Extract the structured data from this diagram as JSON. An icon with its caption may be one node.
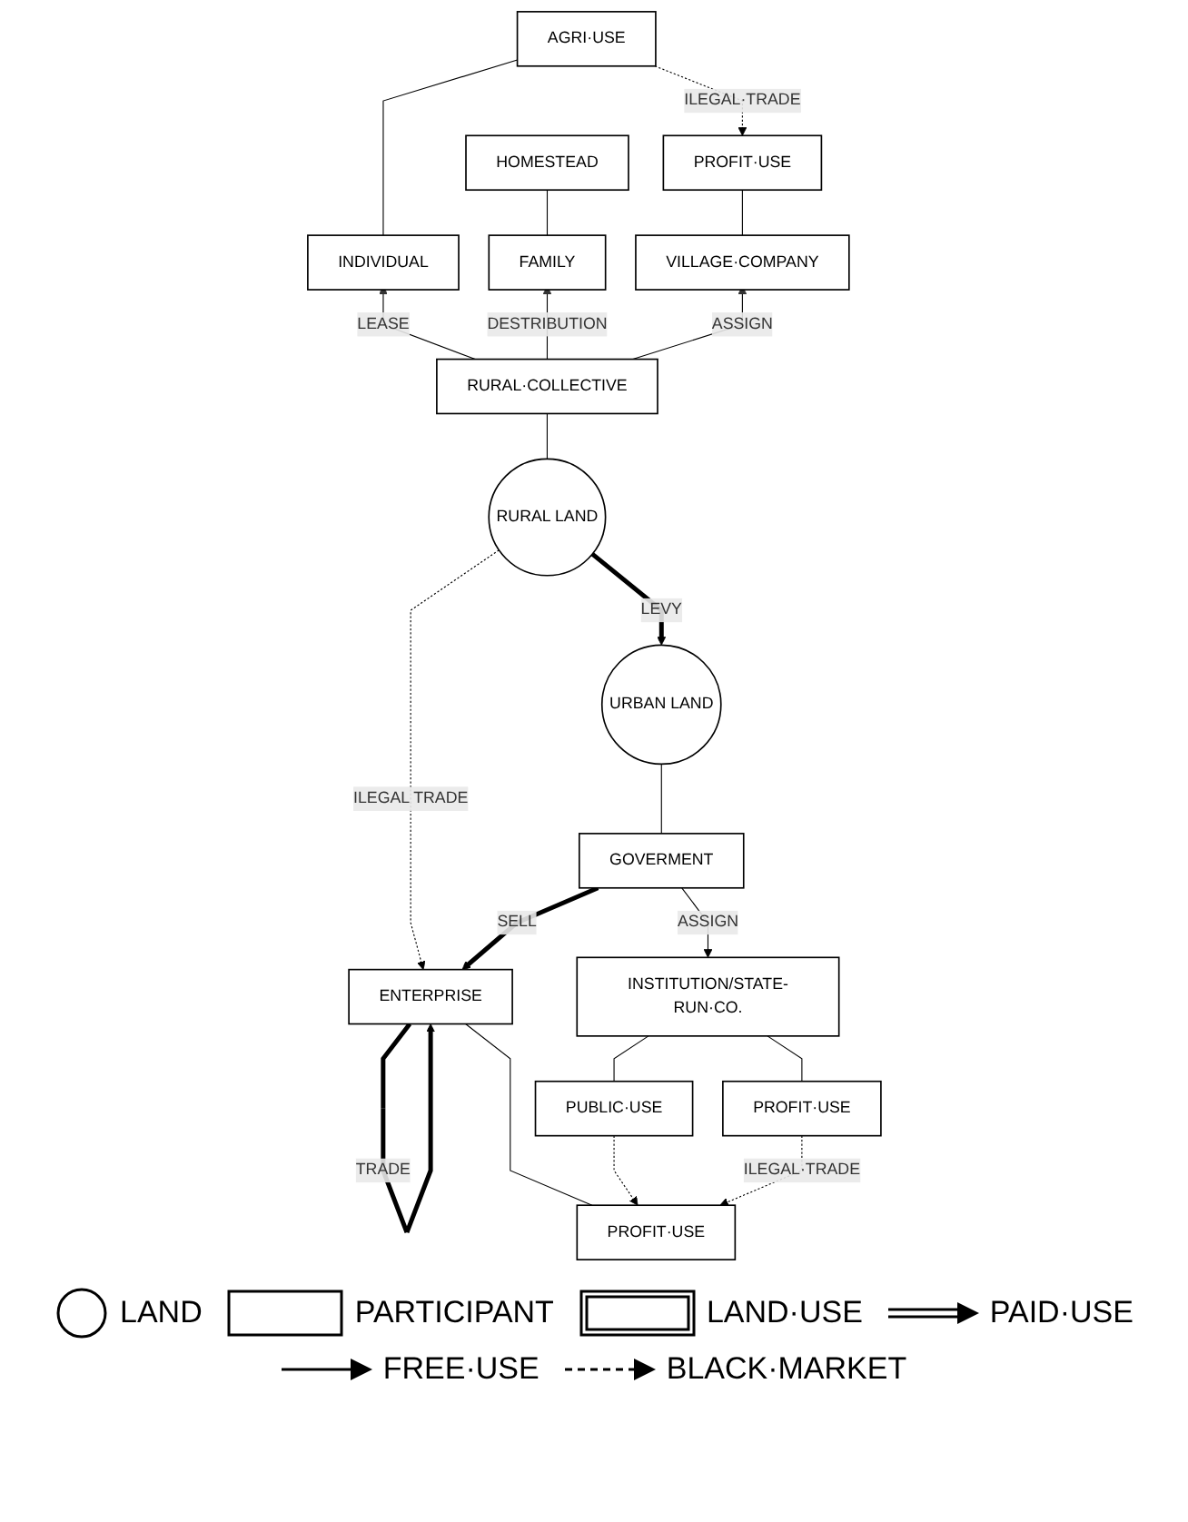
{
  "diagram": {
    "nodes": [
      {
        "text": [
          "AGRI·USE"
        ]
      },
      {
        "text": [
          "HOMESTEAD"
        ]
      },
      {
        "text": [
          "PROFIT·USE"
        ]
      },
      {
        "text": [
          "INDIVIDUAL"
        ]
      },
      {
        "text": [
          "FAMILY"
        ]
      },
      {
        "text": [
          "VILLAGE·COMPANY"
        ]
      },
      {
        "text": [
          "RURAL·COLLECTIVE"
        ]
      },
      {
        "text": [
          "RURAL LAND"
        ]
      },
      {
        "text": [
          "URBAN LAND"
        ]
      },
      {
        "text": [
          "GOVERMENT"
        ]
      },
      {
        "text": [
          "INSTITUTION/STATE-RUN·CO."
        ]
      },
      {
        "text": [
          "ENTERPRISE"
        ]
      },
      {
        "text": [
          "PUBLIC·USE"
        ]
      },
      {
        "text": [
          "PROFIT·USE"
        ]
      },
      {
        "text": [
          "PROFIT·USE"
        ]
      }
    ],
    "edges": [
      {
        "from": 0,
        "to": 2,
        "arrow": "to",
        "label": "ILEGAL·TRADE",
        "style": "dashed"
      },
      {
        "from": 0,
        "to": 3,
        "arrow": "none"
      },
      {
        "from": 1,
        "to": 4,
        "arrow": "none"
      },
      {
        "from": 2,
        "to": 5,
        "arrow": "none"
      },
      {
        "from": 6,
        "to": 3,
        "arrow": "to",
        "label": "LEASE"
      },
      {
        "from": 6,
        "to": 4,
        "arrow": "to",
        "label": "DESTRIBUTION"
      },
      {
        "from": 6,
        "to": 5,
        "arrow": "to",
        "label": "ASSIGN"
      },
      {
        "from": 6,
        "to": 7,
        "arrow": "none"
      },
      {
        "from": 7,
        "to": 11,
        "arrow": "to",
        "label": "ILEGAL TRADE",
        "style": "dashed"
      },
      {
        "from": 7,
        "to": 8,
        "arrow": "to",
        "label": "LEVY",
        "style": "thick"
      },
      {
        "from": 8,
        "to": 9,
        "arrow": "none"
      },
      {
        "from": 9,
        "to": 10,
        "arrow": "to",
        "label": "ASSIGN"
      },
      {
        "from": 9,
        "to": 11,
        "arrow": "to",
        "label": "SELL",
        "style": "thick"
      },
      {
        "from": 11,
        "to": 11,
        "arrow": "to",
        "label": "TRADE",
        "style": "thick"
      },
      {
        "from": 10,
        "to": 12,
        "arrow": "none"
      },
      {
        "from": 10,
        "to": 13,
        "arrow": "none"
      },
      {
        "from": 11,
        "to": 14,
        "arrow": "none"
      },
      {
        "from": 12,
        "to": 14,
        "arrow": "to",
        "style": "dashed"
      },
      {
        "from": 13,
        "to": 14,
        "arrow": "to",
        "label": "ILEGAL·TRADE",
        "style": "dashed"
      }
    ],
    "legend": [
      {
        "text": "LAND"
      },
      {
        "text": "PARTICIPANT"
      },
      {
        "text": "LAND·USE"
      },
      {
        "text": "PAID·USE"
      },
      {
        "text": "FREE·USE"
      },
      {
        "text": "BLACK·MARKET"
      }
    ]
  }
}
